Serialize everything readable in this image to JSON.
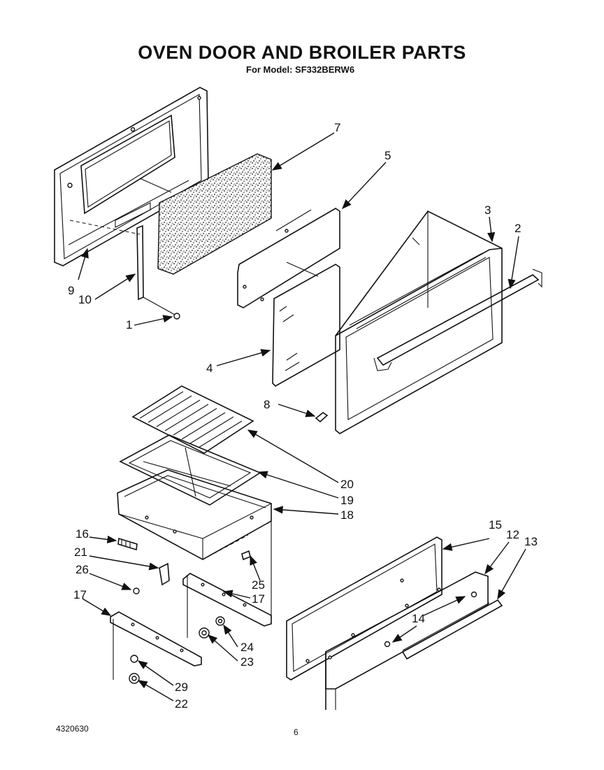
{
  "header": {
    "title": "OVEN DOOR AND BROILER PARTS",
    "subtitle": "For Model: SF332BERW6"
  },
  "footer": {
    "doc_number": "4320630",
    "page_number": "6"
  },
  "callouts": [
    "1",
    "2",
    "3",
    "4",
    "5",
    "7",
    "8",
    "9",
    "10",
    "12",
    "13",
    "14",
    "15",
    "16",
    "17",
    "17",
    "18",
    "19",
    "20",
    "21",
    "22",
    "23",
    "24",
    "25",
    "26",
    "29"
  ]
}
